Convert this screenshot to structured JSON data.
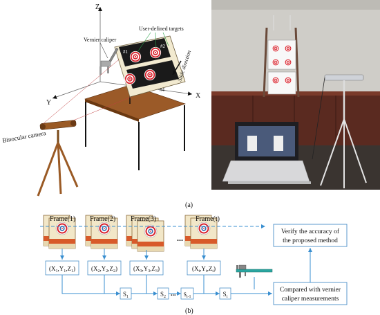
{
  "panel_a": {
    "caption": "(a)",
    "axes": {
      "z": "Z",
      "x": "X",
      "y": "Y"
    },
    "labels": {
      "vernier_caliper": "Vernier caliper",
      "user_targets": "User-defined targets",
      "slide_direction": "Slide direction",
      "binocular_camera": "Binocular camera"
    },
    "target_ids": [
      "#1",
      "#2",
      "#3",
      "#4"
    ]
  },
  "panel_b": {
    "caption": "(b)",
    "frames": [
      "Frame(1)",
      "Frame(2)",
      "Frame(3)",
      "Frame(t)"
    ],
    "coords": [
      {
        "main": "(X",
        "sub1": "1",
        "mid1": ",Y",
        "sub2": "1",
        "mid2": ",Z",
        "sub3": "1",
        "end": ")"
      },
      {
        "main": "(X",
        "sub1": "2",
        "mid1": ",Y",
        "sub2": "2",
        "mid2": ",Z",
        "sub3": "2",
        "end": ")"
      },
      {
        "main": "(X",
        "sub1": "3",
        "mid1": ",Y",
        "sub2": "3",
        "mid2": ",Z",
        "sub3": "3",
        "end": ")"
      },
      {
        "main": "(X",
        "sub1": "t",
        "mid1": ",Y",
        "sub2": "t",
        "mid2": ",Z",
        "sub3": "t",
        "end": ")"
      }
    ],
    "s_labels": [
      {
        "main": "S",
        "sub": "1"
      },
      {
        "main": "S",
        "sub": "2"
      },
      {
        "main": "S",
        "sub": "t-1"
      },
      {
        "main": "S",
        "sub": "t"
      }
    ],
    "ellipsis": "...",
    "verify_box": [
      "Verify the accuracy of",
      "the proposed method"
    ],
    "compare_box": [
      "Compared with vernier",
      "caliper measurements"
    ]
  },
  "colors": {
    "flow": "#3a8fd0",
    "box_border": "#4a90c8",
    "target_red": "#d8202a",
    "board_black": "#1a1a1a",
    "table_brown": "#8b4a1a",
    "tripod_brown": "#9a5a25"
  }
}
